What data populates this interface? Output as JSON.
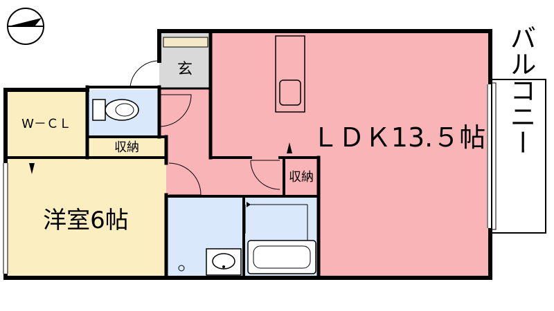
{
  "rooms": {
    "ldk": "ＬＤＫ13.５帖",
    "western": "洋室6帖",
    "wcl": "W－ＣＬ",
    "entrance": "玄",
    "storage_1": "収納",
    "storage_2": "収納",
    "balcony": "バルコニー"
  },
  "colors": {
    "ldk": "#f9b4b8",
    "western": "#fbeec0",
    "wet": "#d9e8fb",
    "entrance": "#d9d9d9",
    "wall": "#000000",
    "background": "#ffffff"
  },
  "icons": {
    "compass": "north-arrow-icon",
    "toilet": "toilet-icon",
    "sink": "washbasin-icon",
    "bathtub": "bathtub-icon",
    "stove": "kitchen-counter-icon"
  }
}
